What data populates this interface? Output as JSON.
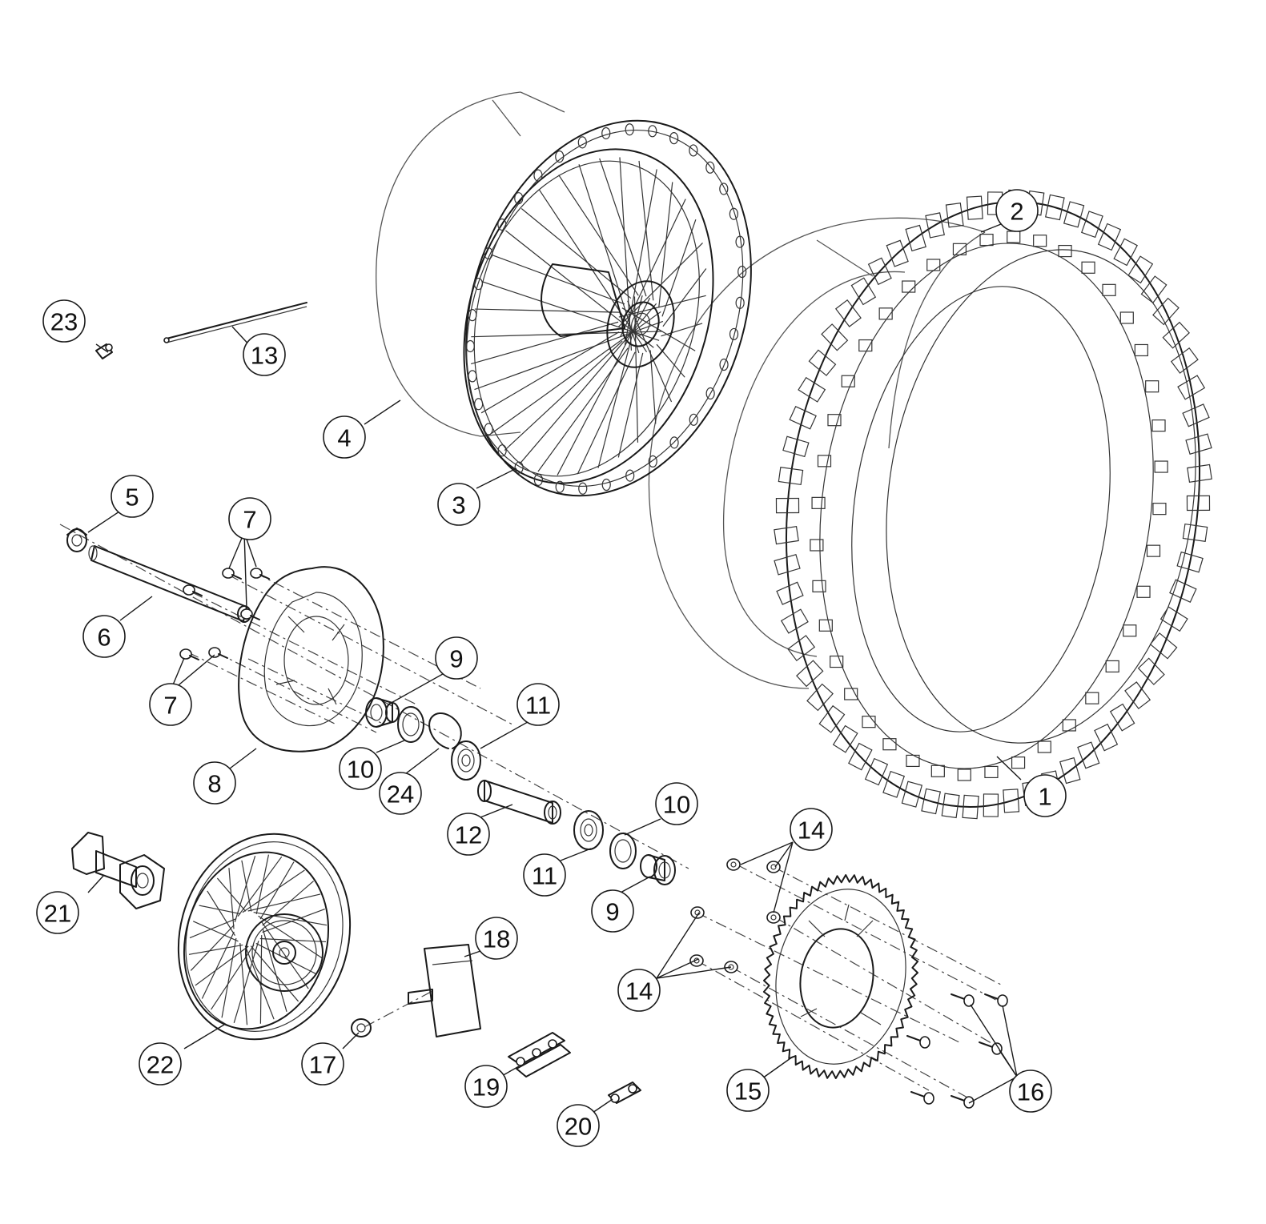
{
  "diagram": {
    "callouts": [
      {
        "id": "1",
        "label": "1"
      },
      {
        "id": "2",
        "label": "2"
      },
      {
        "id": "3",
        "label": "3"
      },
      {
        "id": "4",
        "label": "4"
      },
      {
        "id": "5",
        "label": "5"
      },
      {
        "id": "6",
        "label": "6"
      },
      {
        "id": "7a",
        "label": "7"
      },
      {
        "id": "7b",
        "label": "7"
      },
      {
        "id": "8",
        "label": "8"
      },
      {
        "id": "9a",
        "label": "9"
      },
      {
        "id": "9b",
        "label": "9"
      },
      {
        "id": "10a",
        "label": "10"
      },
      {
        "id": "10b",
        "label": "10"
      },
      {
        "id": "11a",
        "label": "11"
      },
      {
        "id": "11b",
        "label": "11"
      },
      {
        "id": "12",
        "label": "12"
      },
      {
        "id": "13",
        "label": "13"
      },
      {
        "id": "14a",
        "label": "14"
      },
      {
        "id": "14b",
        "label": "14"
      },
      {
        "id": "15",
        "label": "15"
      },
      {
        "id": "16",
        "label": "16"
      },
      {
        "id": "17",
        "label": "17"
      },
      {
        "id": "18",
        "label": "18"
      },
      {
        "id": "19",
        "label": "19"
      },
      {
        "id": "20",
        "label": "20"
      },
      {
        "id": "21",
        "label": "21"
      },
      {
        "id": "22",
        "label": "22"
      },
      {
        "id": "23",
        "label": "23"
      },
      {
        "id": "24",
        "label": "24"
      }
    ]
  }
}
